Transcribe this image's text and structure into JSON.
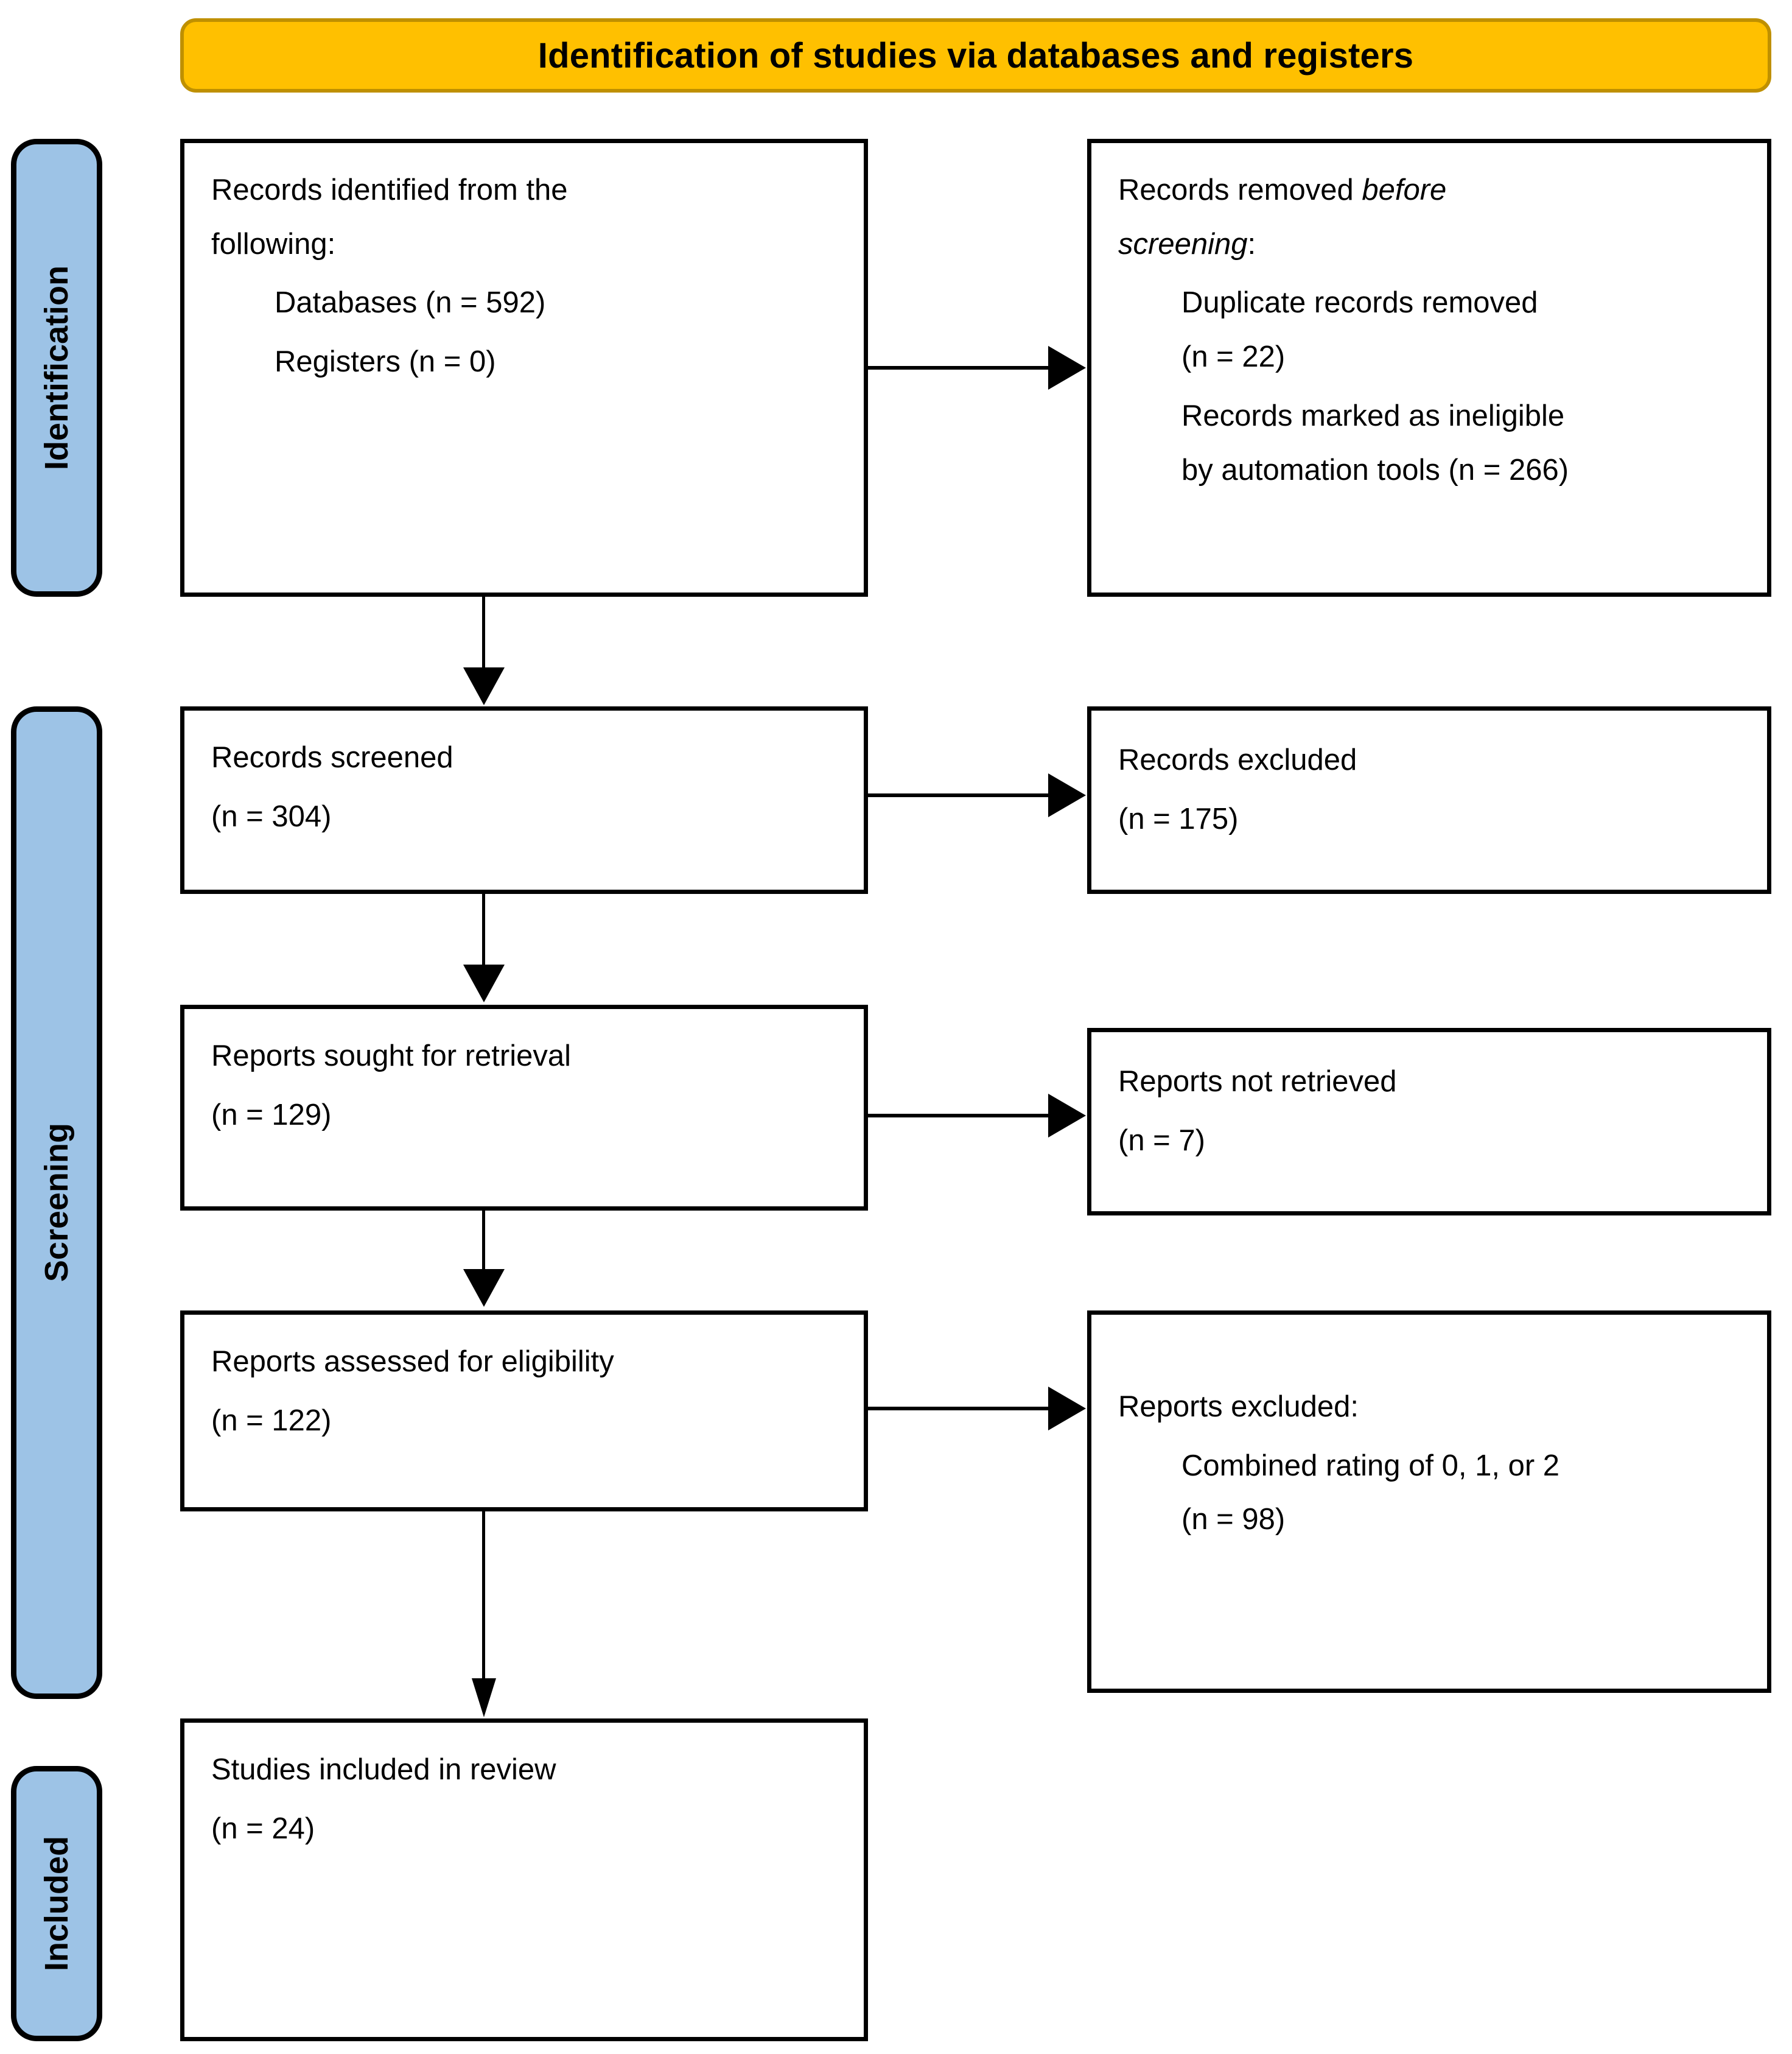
{
  "banner": {
    "title": "Identification of studies via databases and registers",
    "fill_color": "#FFC000",
    "border_color": "#BF9000"
  },
  "stages": {
    "fill_color": "#9DC3E6",
    "identification": "Identification",
    "screening": "Screening",
    "included": "Included"
  },
  "boxes": {
    "identified": {
      "line1": "Records identified from the",
      "line2": "following:",
      "item1": "Databases (n = 592)",
      "item2": "Registers (n = 0)"
    },
    "removed": {
      "line1_plain": "Records removed ",
      "line1_italic": "before",
      "line2_italic": "screening",
      "line2_plain": ":",
      "item1a": "Duplicate records removed",
      "item1b": "(n = 22)",
      "item2a": "Records marked as ineligible",
      "item2b": "by automation tools (n = 266)"
    },
    "screened": {
      "label": "Records screened",
      "count": "(n = 304)"
    },
    "records_excluded": {
      "label": "Records excluded",
      "count": "(n = 175)"
    },
    "sought": {
      "label": "Reports sought for retrieval",
      "count": "(n = 129)"
    },
    "not_retrieved": {
      "label": "Reports not retrieved",
      "count": "(n = 7)"
    },
    "assessed": {
      "label": "Reports assessed for eligibility",
      "count": "(n = 122)"
    },
    "reports_excluded": {
      "label": "Reports excluded:",
      "reason": "Combined rating of 0, 1, or 2",
      "count": "(n = 98)"
    },
    "included": {
      "label": "Studies included in review",
      "count": "(n = 24)"
    }
  },
  "chart_data": {
    "type": "diagram",
    "title": "Identification of studies via databases and registers",
    "nodes": [
      {
        "id": "identified",
        "stage": "Identification",
        "label": "Records identified from the following",
        "databases": 592,
        "registers": 0
      },
      {
        "id": "removed",
        "stage": "Identification",
        "label": "Records removed before screening",
        "duplicates_removed": 22,
        "ineligible_by_automation": 266
      },
      {
        "id": "screened",
        "stage": "Screening",
        "label": "Records screened",
        "n": 304
      },
      {
        "id": "records_excluded",
        "stage": "Screening",
        "label": "Records excluded",
        "n": 175
      },
      {
        "id": "sought",
        "stage": "Screening",
        "label": "Reports sought for retrieval",
        "n": 129
      },
      {
        "id": "not_retrieved",
        "stage": "Screening",
        "label": "Reports not retrieved",
        "n": 7
      },
      {
        "id": "assessed",
        "stage": "Screening",
        "label": "Reports assessed for eligibility",
        "n": 122
      },
      {
        "id": "reports_excluded",
        "stage": "Screening",
        "label": "Reports excluded: Combined rating of 0, 1, or 2",
        "n": 98
      },
      {
        "id": "included",
        "stage": "Included",
        "label": "Studies included in review",
        "n": 24
      }
    ],
    "edges": [
      {
        "from": "identified",
        "to": "removed",
        "direction": "right"
      },
      {
        "from": "identified",
        "to": "screened",
        "direction": "down"
      },
      {
        "from": "screened",
        "to": "records_excluded",
        "direction": "right"
      },
      {
        "from": "screened",
        "to": "sought",
        "direction": "down"
      },
      {
        "from": "sought",
        "to": "not_retrieved",
        "direction": "right"
      },
      {
        "from": "sought",
        "to": "assessed",
        "direction": "down"
      },
      {
        "from": "assessed",
        "to": "reports_excluded",
        "direction": "right"
      },
      {
        "from": "assessed",
        "to": "included",
        "direction": "down"
      }
    ]
  }
}
